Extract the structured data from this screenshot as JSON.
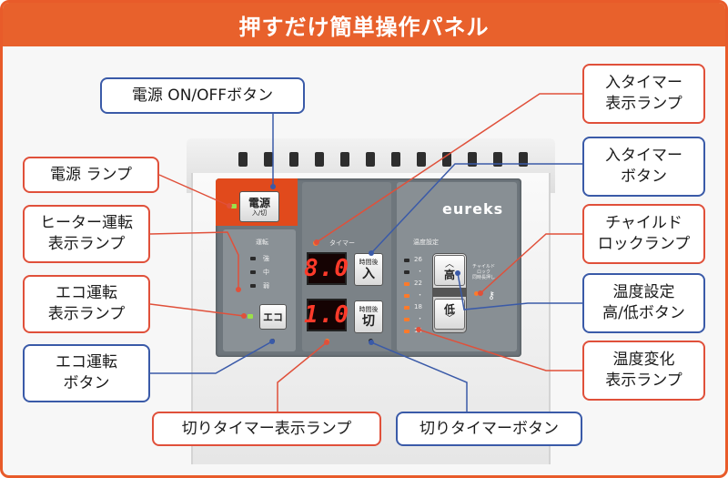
{
  "header": {
    "title": "押すだけ簡単操作パネル"
  },
  "colors": {
    "accent": "#e8612c",
    "callout_blue": "#3a5aa8",
    "callout_red": "#e0503a",
    "led_red": "#ff3a2a",
    "lamp_green": "#9be04a",
    "lamp_orange": "#ff7a2a"
  },
  "device": {
    "brand": "eureks",
    "power_button": {
      "main": "電源",
      "sub": "入/切"
    },
    "mode": {
      "label": "運転",
      "levels": [
        "強",
        "中",
        "弱"
      ]
    },
    "eco_button": {
      "label": "エコ"
    },
    "timer": {
      "label": "タイマー",
      "on_display": "8.0",
      "off_display": "1.0",
      "on_button": {
        "small": "時間後",
        "main": "入"
      },
      "off_button": {
        "small": "時間後",
        "main": "切"
      }
    },
    "temperature": {
      "label": "温度設定",
      "scale": [
        "26",
        "・",
        "22",
        "・",
        "18",
        "・",
        "14"
      ],
      "up_button": {
        "chevron": "︿",
        "label": "高"
      },
      "down_button": {
        "chevron": "﹀",
        "label": "低"
      },
      "child_lock_label": "チャイルド\nロック\n同時長押し",
      "key_icon": "key-icon"
    }
  },
  "callouts": {
    "power_button": "電源 ON/OFFボタン",
    "power_lamp": "電源 ランプ",
    "heater_lamp": [
      "ヒーター運転",
      "表示ランプ"
    ],
    "eco_lamp": [
      "エコ運転",
      "表示ランプ"
    ],
    "eco_button": [
      "エコ運転",
      "ボタン"
    ],
    "on_timer_lamp": [
      "入タイマー",
      "表示ランプ"
    ],
    "on_timer_button": [
      "入タイマー",
      "ボタン"
    ],
    "child_lock_lamp": [
      "チャイルド",
      "ロックランプ"
    ],
    "temp_buttons": [
      "温度設定",
      "高/低ボタン"
    ],
    "temp_lamp": [
      "温度変化",
      "表示ランプ"
    ],
    "off_timer_lamp": "切りタイマー表示ランプ",
    "off_timer_button": "切りタイマーボタン"
  }
}
